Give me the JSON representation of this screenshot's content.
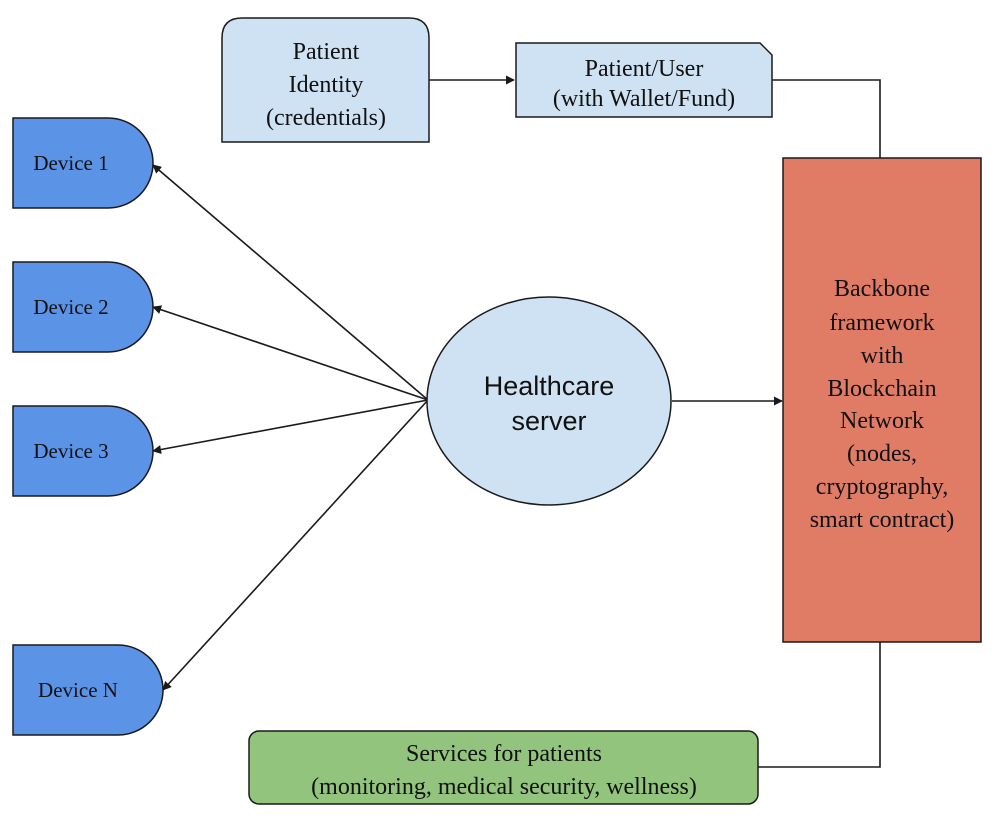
{
  "colors": {
    "device_fill": "#5b93e6",
    "light_blue_fill": "#cfe2f3",
    "backbone_fill": "#e07b66",
    "services_fill": "#93c47d",
    "stroke": "#1a1a1a"
  },
  "devices": [
    {
      "label": "Device 1"
    },
    {
      "label": "Device 2"
    },
    {
      "label": "Device 3"
    },
    {
      "label": "Device N"
    }
  ],
  "patient_identity": {
    "lines": [
      "Patient",
      "Identity",
      "(credentials)"
    ]
  },
  "patient_user": {
    "lines": [
      "Patient/User",
      "(with Wallet/Fund)"
    ]
  },
  "server": {
    "lines": [
      "Healthcare",
      "server"
    ]
  },
  "backbone": {
    "lines": [
      "Backbone",
      "framework",
      "with",
      "Blockchain",
      "Network",
      "(nodes,",
      "cryptography,",
      "smart contract)"
    ]
  },
  "services": {
    "lines": [
      "Services for patients",
      "(monitoring, medical security, wellness)"
    ]
  }
}
